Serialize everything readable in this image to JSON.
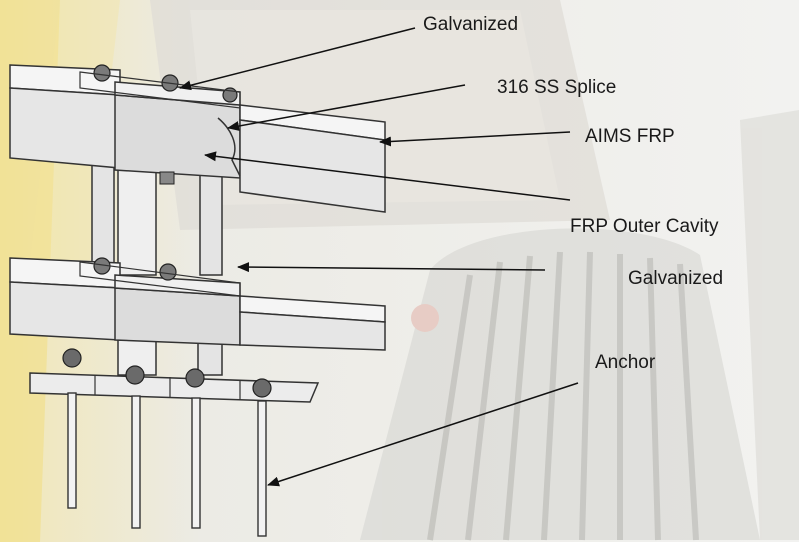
{
  "labels": {
    "galvanized_top": "Galvanized",
    "splice": "316 SS Splice",
    "aims_frp": "AIMS FRP",
    "outer_cavity": "FRP Outer Cavity",
    "galvanized_post": "Galvanized",
    "anchor": "Anchor"
  },
  "colors": {
    "background": "#ffffff",
    "photo_wash": "#e9e7de",
    "truck_grille": "#cfcfcc",
    "yellow_accent": "#f2dc72",
    "rail_face": "#e6e6e6",
    "rail_top": "#f5f5f5",
    "rail_shadow": "#c8c8c8",
    "bracket": "#9a9a9a",
    "bolt": "#555555",
    "line": "#111111"
  }
}
